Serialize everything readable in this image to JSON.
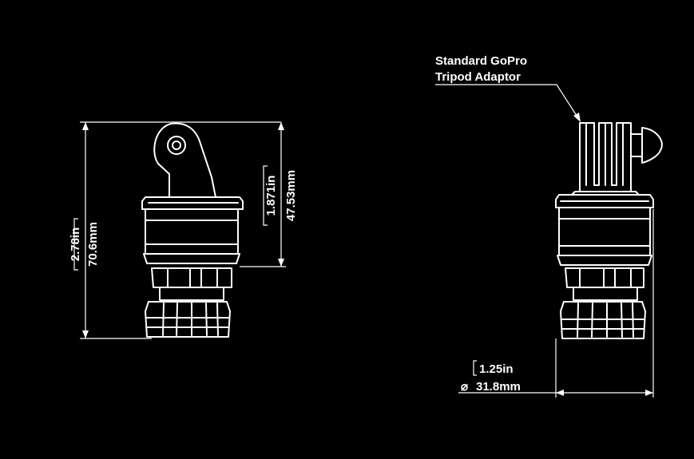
{
  "colors": {
    "background": "#000000",
    "line": "#ffffff"
  },
  "front_view": {
    "height_in": "2.78in",
    "height_mm": "70.6mm",
    "upper_height_in": "1.871in",
    "upper_height_mm": "47.53mm"
  },
  "side_view": {
    "callout_line1": "Standard GoPro",
    "callout_line2": "Tripod Adaptor",
    "diameter_in": "1.25in",
    "diameter_mm": "31.8mm",
    "diameter_symbol": "⌀"
  }
}
